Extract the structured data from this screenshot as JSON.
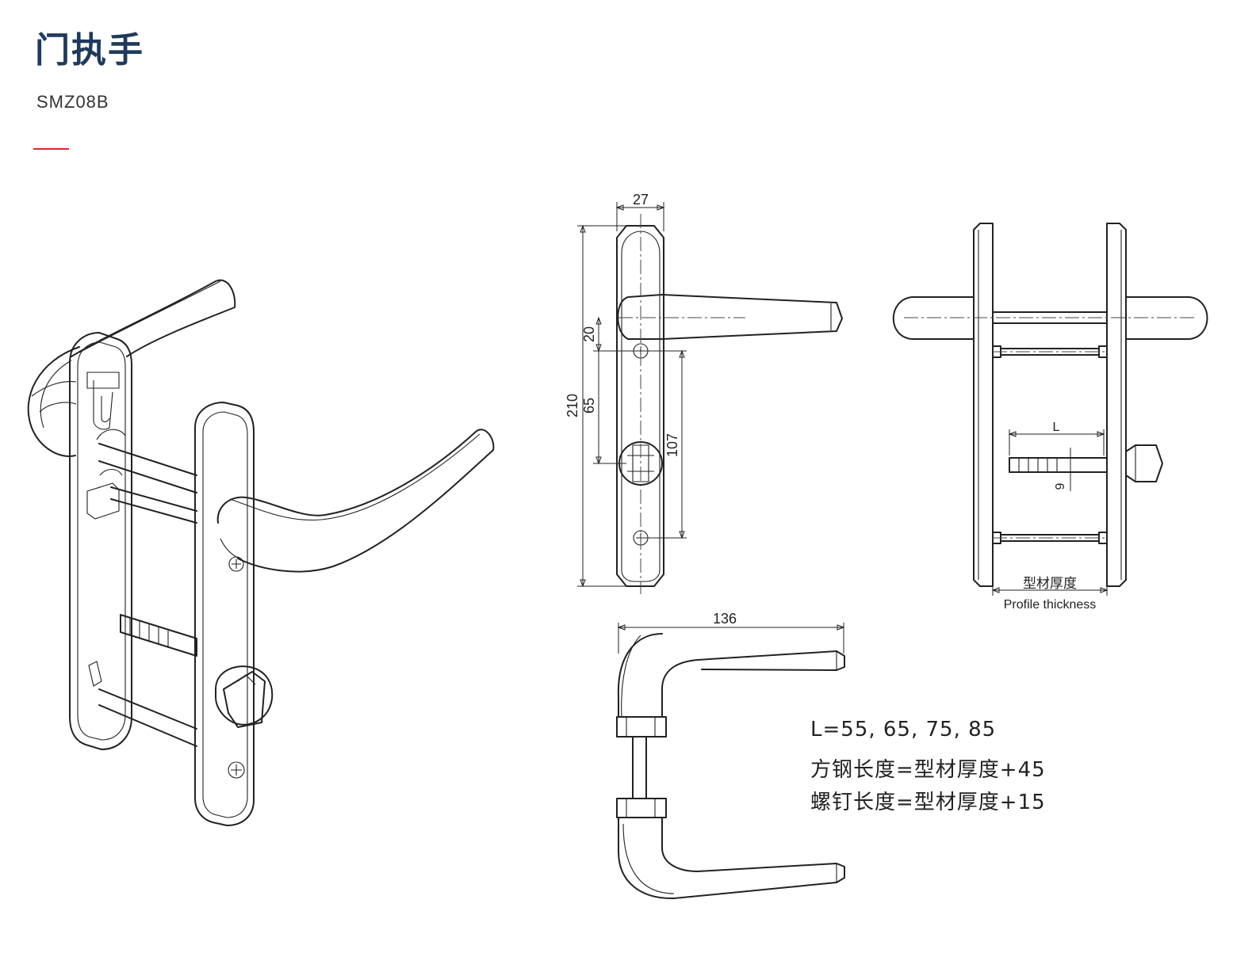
{
  "header": {
    "title": "门执手",
    "model": "SMZ08B"
  },
  "colors": {
    "title": "#1f3a5c",
    "accent": "#d9262e",
    "line": "#222222"
  },
  "dimensions": {
    "width_top": "27",
    "height_total": "210",
    "handle_offset": "20",
    "screw_to_key": "65",
    "key_to_screw": "107",
    "handle_length": "136",
    "square_spindle_L": "L",
    "spindle_size": "9"
  },
  "labels": {
    "profile_cn": "型材厚度",
    "profile_en": "Profile thickness"
  },
  "specs": [
    "L=55, 65, 75, 85",
    "方钢长度=型材厚度+45",
    "螺钉长度=型材厚度+15"
  ]
}
